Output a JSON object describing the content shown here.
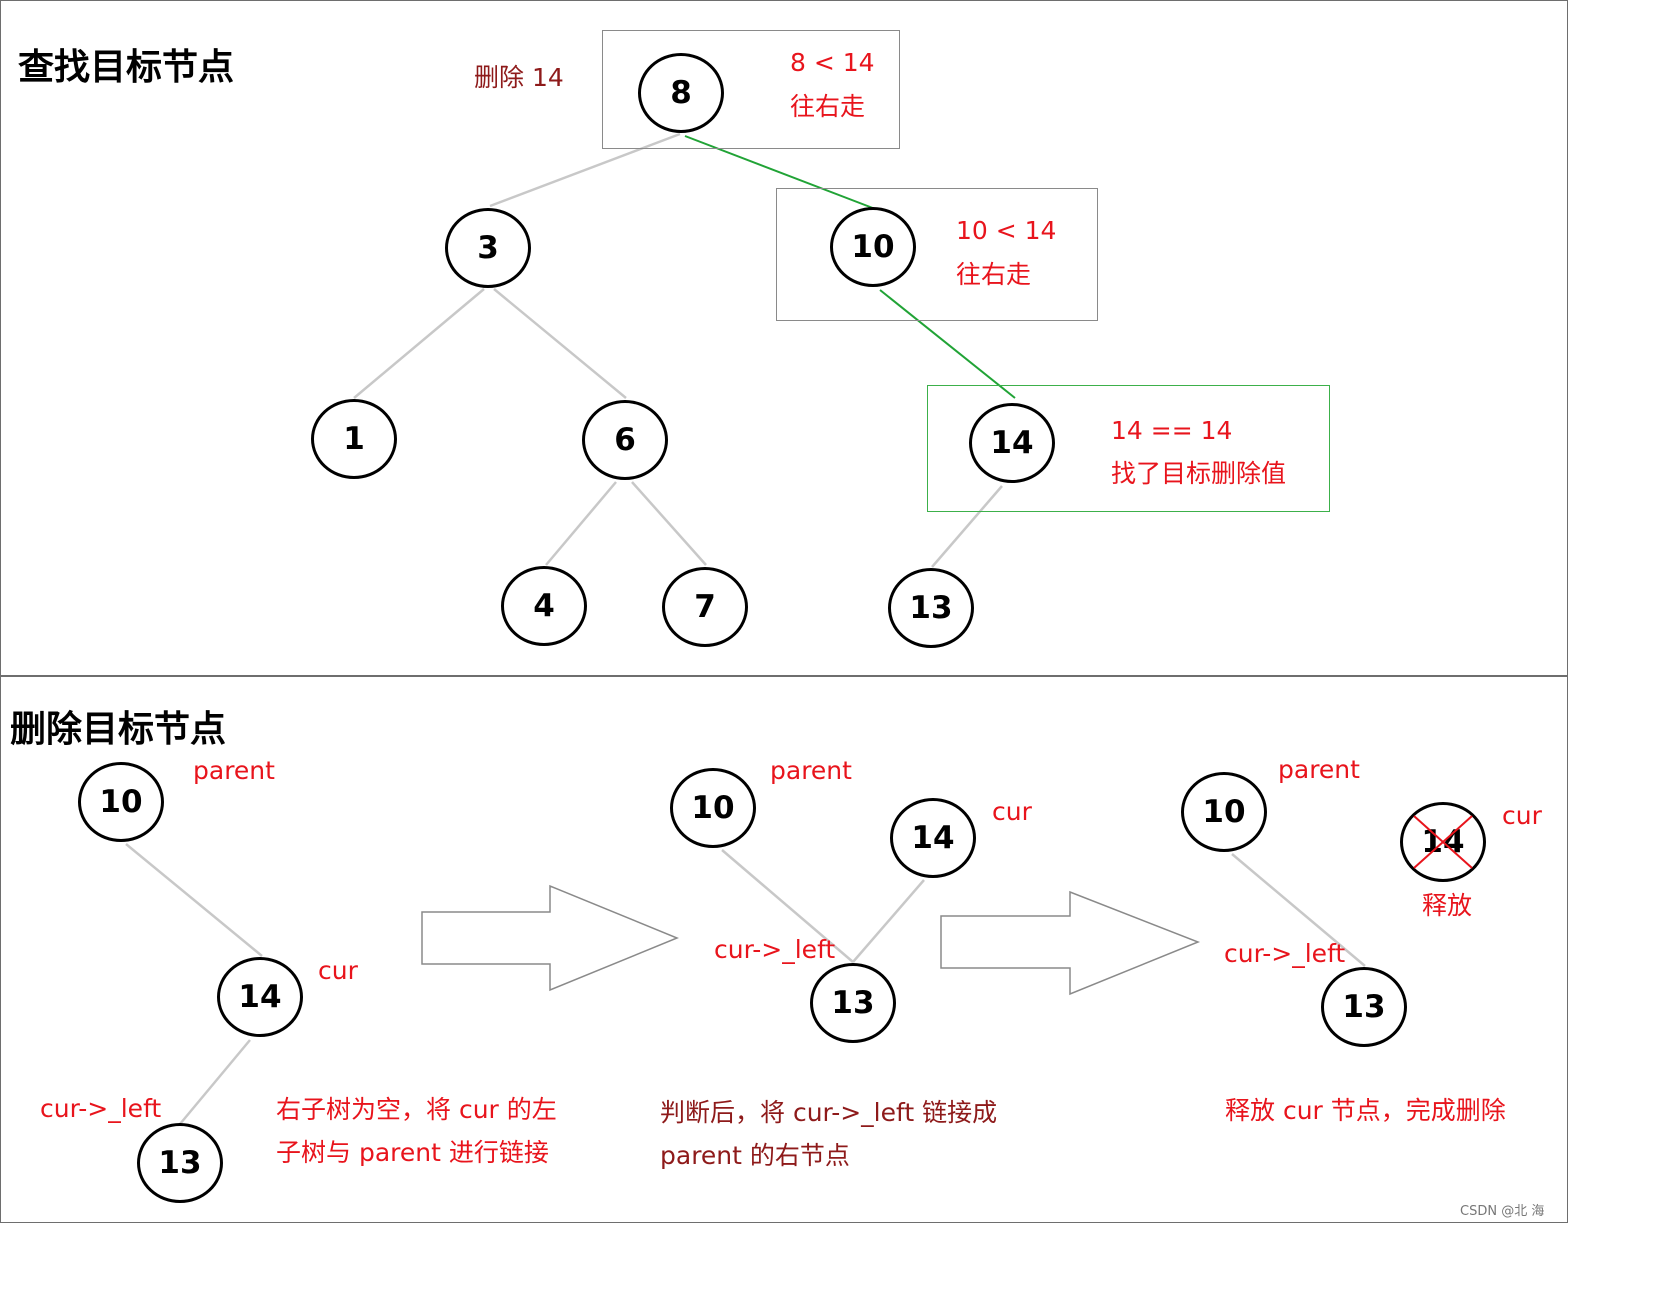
{
  "top": {
    "title": "查找目标节点",
    "delete_label": "删除 14",
    "nodes": {
      "n8": "8",
      "n3": "3",
      "n10": "10",
      "n1": "1",
      "n6": "6",
      "n14": "14",
      "n4": "4",
      "n7": "7",
      "n13": "13"
    },
    "steps": [
      {
        "compare": "8 < 14",
        "action": "往右走"
      },
      {
        "compare": "10 < 14",
        "action": "往右走"
      },
      {
        "compare": "14 == 14",
        "action": "找了目标删除值"
      }
    ]
  },
  "bottom": {
    "title": "删除目标节点",
    "panels": [
      {
        "nodes": {
          "parent": "10",
          "cur": "14",
          "child": "13"
        },
        "labels": {
          "parent": "parent",
          "cur": "cur",
          "child": "cur->_left"
        },
        "caption": [
          "右子树为空，将 cur 的左",
          "子树与 parent 进行链接"
        ]
      },
      {
        "nodes": {
          "parent": "10",
          "cur": "14",
          "child": "13"
        },
        "labels": {
          "parent": "parent",
          "cur": "cur",
          "child": "cur->_left"
        },
        "caption": [
          "判断后，将 cur->_left 链接成",
          "parent 的右节点"
        ]
      },
      {
        "nodes": {
          "parent": "10",
          "cur": "14",
          "child": "13"
        },
        "labels": {
          "parent": "parent",
          "cur": "cur",
          "child": "cur->_left",
          "freed": "释放"
        },
        "caption": [
          "释放 cur 节点，完成删除"
        ]
      }
    ]
  },
  "watermark": "CSDN @北  海",
  "colors": {
    "edge": "#c8c8c8",
    "path": "#21a336",
    "note": "#e8141c",
    "note_dark": "#8e1a1a",
    "box": "#8a8a8a",
    "box_found": "#3cb04a"
  }
}
